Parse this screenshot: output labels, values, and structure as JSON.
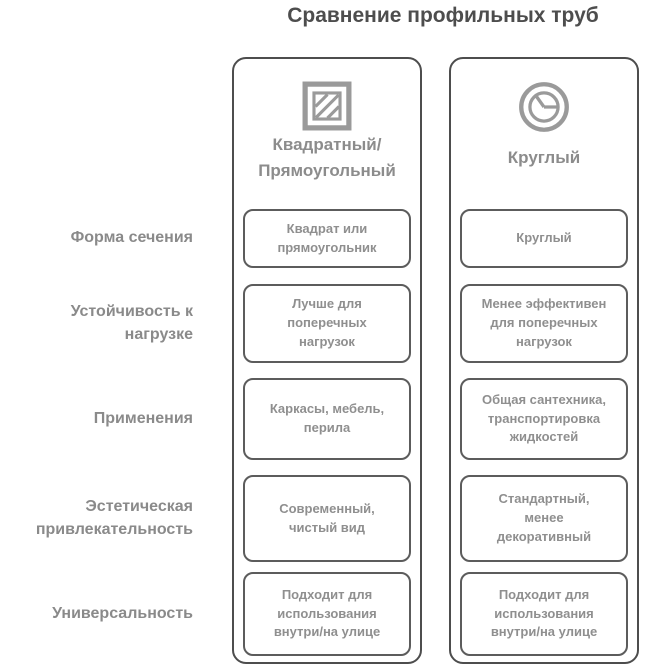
{
  "title": "Сравнение профильных труб",
  "colors": {
    "background": "#ffffff",
    "title_text": "#4d4d4d",
    "card_border": "#4d4d4d",
    "cell_border": "#5c5c5c",
    "label_text": "#8a8a8a",
    "cell_text": "#8f8f8f",
    "icon": "#9a9a9a"
  },
  "columns": [
    {
      "header": "Квадратный/\nПрямоугольный",
      "icon": "hatched-square-icon"
    },
    {
      "header": "Круглый",
      "icon": "circle-pie-icon"
    }
  ],
  "rows": [
    {
      "label": "Форма сечения",
      "left": "Квадрат или\nпрямоугольник",
      "right": "Круглый"
    },
    {
      "label": "Устойчивость к\nнагрузке",
      "left": "Лучше для\nпоперечных\nнагрузок",
      "right": "Менее эффективен\nдля поперечных\nнагрузок"
    },
    {
      "label": "Применения",
      "left": "Каркасы, мебель,\nперила",
      "right": "Общая сантехника,\nтранспортировка\nжидкостей"
    },
    {
      "label": "Эстетическая\nпривлекательность",
      "left": "Современный,\nчистый вид",
      "right": "Стандартный,\nменее\nдекоративный"
    },
    {
      "label": "Универсальность",
      "left": "Подходит для\nиспользования\nвнутри/на улице",
      "right": "Подходит для\nиспользования\nвнутри/на улице"
    }
  ]
}
